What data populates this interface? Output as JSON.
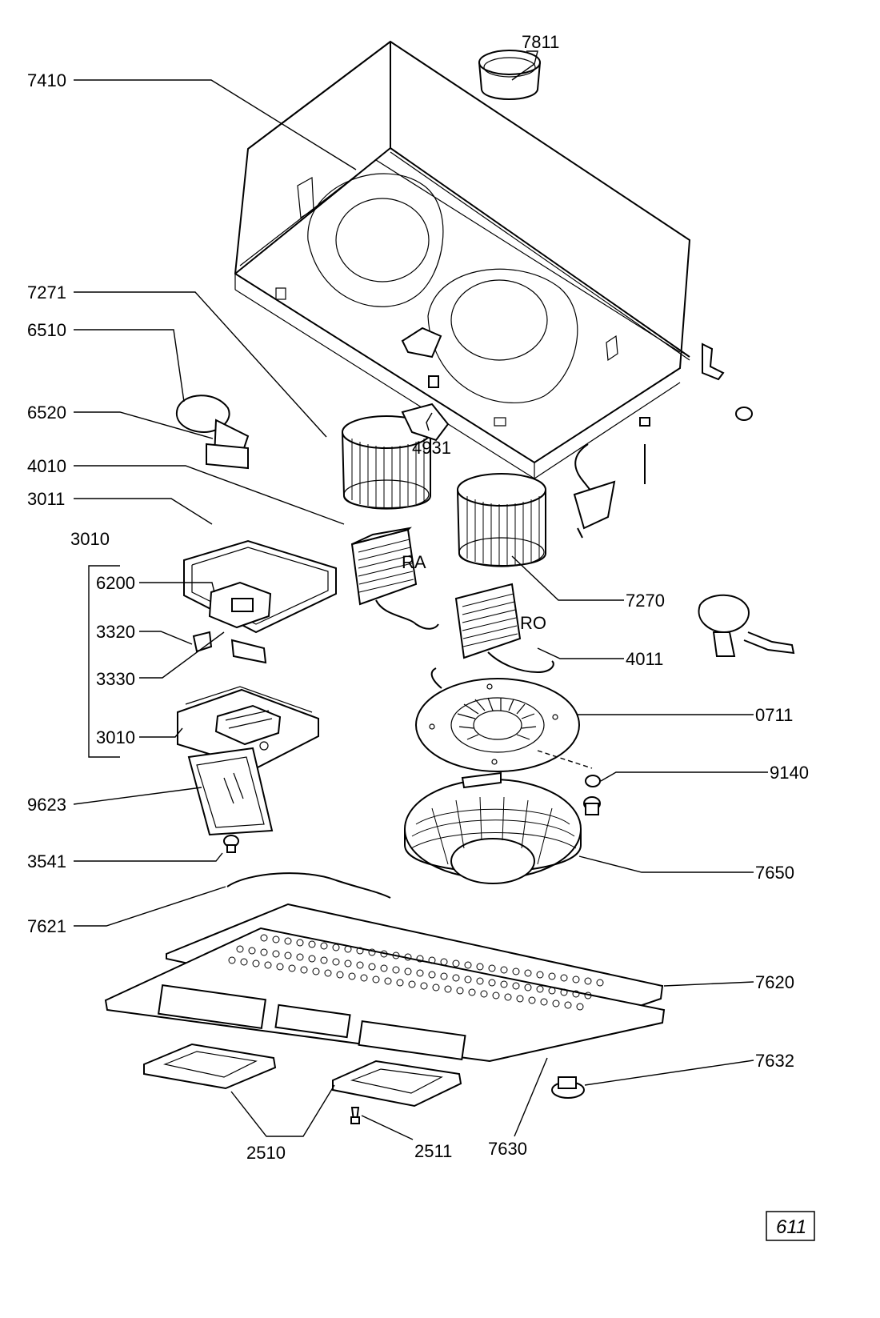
{
  "labels": {
    "p7811": "7811",
    "p7410": "7410",
    "p7271": "7271",
    "p6510": "6510",
    "p6520": "6520",
    "p4931": "4931",
    "p4010": "4010",
    "p3011": "3011",
    "p3010a": "3010",
    "p6200": "6200",
    "p3320": "3320",
    "p3330": "3330",
    "p3010b": "3010",
    "p9623": "9623",
    "p3541": "3541",
    "p7621": "7621",
    "p7270": "7270",
    "p4011": "4011",
    "p0711": "0711",
    "p9140": "9140",
    "p7650": "7650",
    "p7620": "7620",
    "p7632": "7632",
    "p2510": "2510",
    "p2511": "2511",
    "p7630": "7630",
    "ra": "RA",
    "ro": "RO"
  },
  "page_number": "611"
}
